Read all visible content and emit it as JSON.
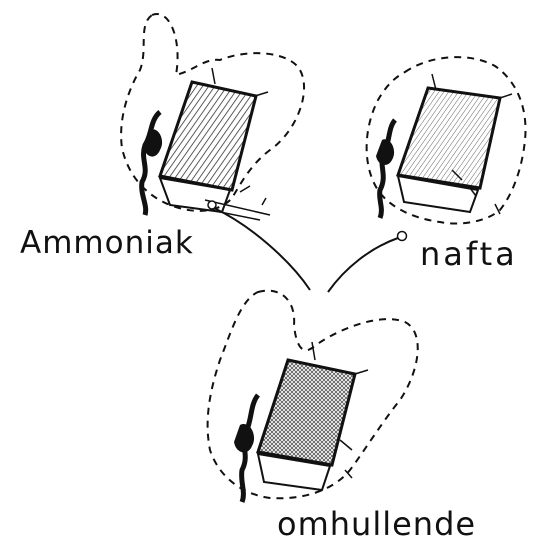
{
  "labels": {
    "ammoniak": "Ammoniak",
    "nafta": "nafta",
    "omhullende": "omhullende"
  },
  "colors": {
    "ink": "#111111",
    "hatch": "#555555",
    "background": "#ffffff"
  }
}
